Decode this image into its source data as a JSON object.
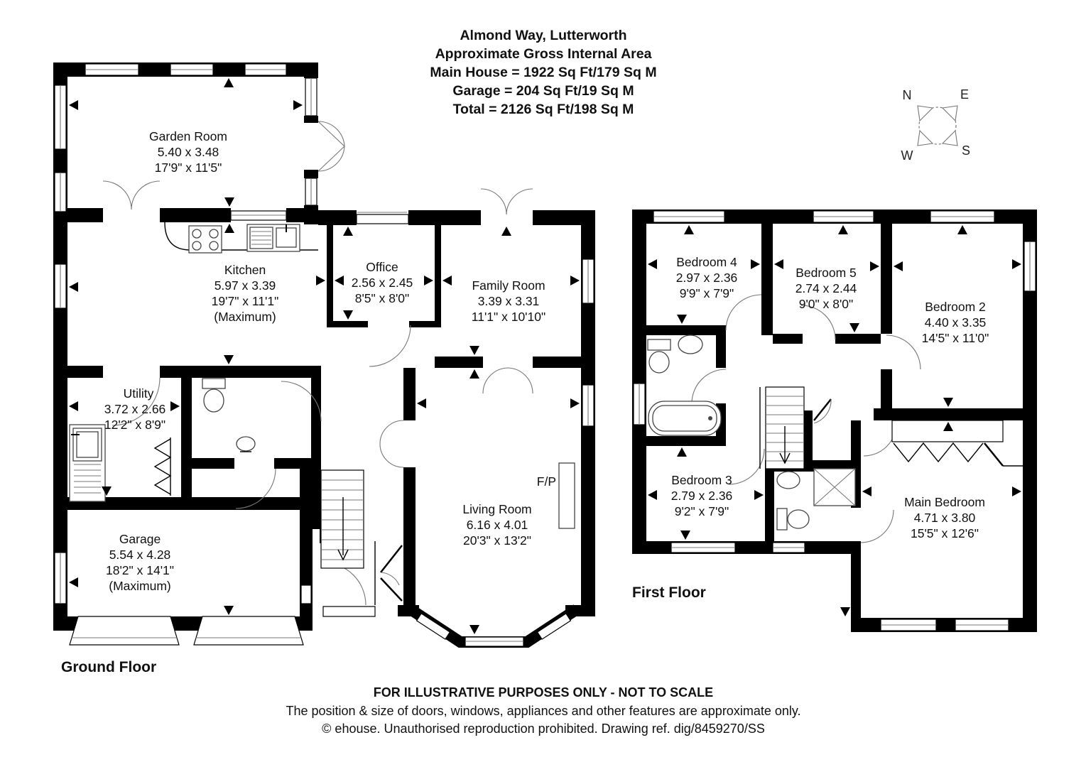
{
  "title": {
    "address": "Almond Way, Lutterworth",
    "subtitle": "Approximate Gross Internal Area",
    "main_house": "Main House = 1922 Sq Ft/179 Sq M",
    "garage": "Garage = 204 Sq Ft/19 Sq M",
    "total": "Total = 2126 Sq Ft/198 Sq M"
  },
  "compass": {
    "north": "N",
    "east": "E",
    "south": "S",
    "west": "W"
  },
  "floors": {
    "ground": {
      "label": "Ground Floor"
    },
    "first": {
      "label": "First Floor"
    }
  },
  "rooms": {
    "garden_room": {
      "name": "Garden Room",
      "metric": "5.40 x 3.48",
      "imperial": "17'9\" x 11'5\""
    },
    "kitchen": {
      "name": "Kitchen",
      "metric": "5.97 x 3.39",
      "imperial": "19'7\" x 11'1\"",
      "note": "(Maximum)"
    },
    "office": {
      "name": "Office",
      "metric": "2.56 x 2.45",
      "imperial": "8'5\" x 8'0\""
    },
    "family_room": {
      "name": "Family Room",
      "metric": "3.39 x 3.31",
      "imperial": "11'1\" x 10'10\""
    },
    "utility": {
      "name": "Utility",
      "metric": "3.72 x 2.66",
      "imperial": "12'2\" x 8'9\""
    },
    "garage": {
      "name": "Garage",
      "metric": "5.54 x 4.28",
      "imperial": "18'2\" x 14'1\"",
      "note": "(Maximum)"
    },
    "living_room": {
      "name": "Living Room",
      "metric": "6.16 x 4.01",
      "imperial": "20'3\" x 13'2\""
    },
    "bedroom_4": {
      "name": "Bedroom 4",
      "metric": "2.97 x 2.36",
      "imperial": "9'9\" x 7'9\""
    },
    "bedroom_5": {
      "name": "Bedroom 5",
      "metric": "2.74 x 2.44",
      "imperial": "9'0\" x 8'0\""
    },
    "bedroom_2": {
      "name": "Bedroom 2",
      "metric": "4.40 x 3.35",
      "imperial": "14'5\" x 11'0\""
    },
    "bedroom_3": {
      "name": "Bedroom 3",
      "metric": "2.79 x 2.36",
      "imperial": "9'2\" x 7'9\""
    },
    "main_bedroom": {
      "name": "Main Bedroom",
      "metric": "4.71 x 3.80",
      "imperial": "15'5\" x 12'6\""
    }
  },
  "labels": {
    "fireplace": "F/P"
  },
  "footer": {
    "line1": "FOR ILLUSTRATIVE PURPOSES ONLY - NOT TO SCALE",
    "line2": "The position & size of doors, windows, appliances and other features are approximate only.",
    "line3": "© ehouse. Unauthorised reproduction prohibited. Drawing ref. dig/8459270/SS"
  }
}
